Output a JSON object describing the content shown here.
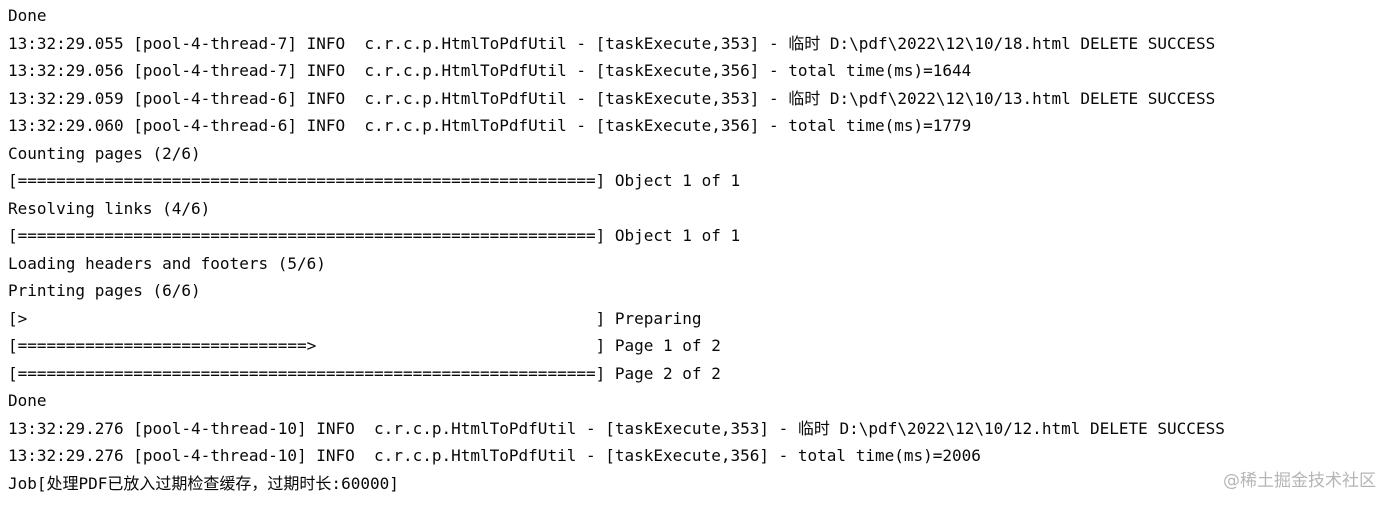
{
  "console": {
    "lines": [
      "Done",
      "13:32:29.055 [pool-4-thread-7] INFO  c.r.c.p.HtmlToPdfUtil - [taskExecute,353] - 临时 D:\\pdf\\2022\\12\\10/18.html DELETE SUCCESS",
      "13:32:29.056 [pool-4-thread-7] INFO  c.r.c.p.HtmlToPdfUtil - [taskExecute,356] - total time(ms)=1644",
      "13:32:29.059 [pool-4-thread-6] INFO  c.r.c.p.HtmlToPdfUtil - [taskExecute,353] - 临时 D:\\pdf\\2022\\12\\10/13.html DELETE SUCCESS",
      "13:32:29.060 [pool-4-thread-6] INFO  c.r.c.p.HtmlToPdfUtil - [taskExecute,356] - total time(ms)=1779",
      "Counting pages (2/6)",
      "[============================================================] Object 1 of 1",
      "Resolving links (4/6)",
      "[============================================================] Object 1 of 1",
      "Loading headers and footers (5/6)",
      "Printing pages (6/6)",
      "[>                                                           ] Preparing",
      "[==============================>                             ] Page 1 of 2",
      "[============================================================] Page 2 of 2",
      "Done",
      "13:32:29.276 [pool-4-thread-10] INFO  c.r.c.p.HtmlToPdfUtil - [taskExecute,353] - 临时 D:\\pdf\\2022\\12\\10/12.html DELETE SUCCESS",
      "13:32:29.276 [pool-4-thread-10] INFO  c.r.c.p.HtmlToPdfUtil - [taskExecute,356] - total time(ms)=2006",
      "Job[处理PDF已放入过期检查缓存，过期时长:60000]"
    ]
  },
  "watermark": {
    "text": "@稀土掘金技术社区"
  }
}
